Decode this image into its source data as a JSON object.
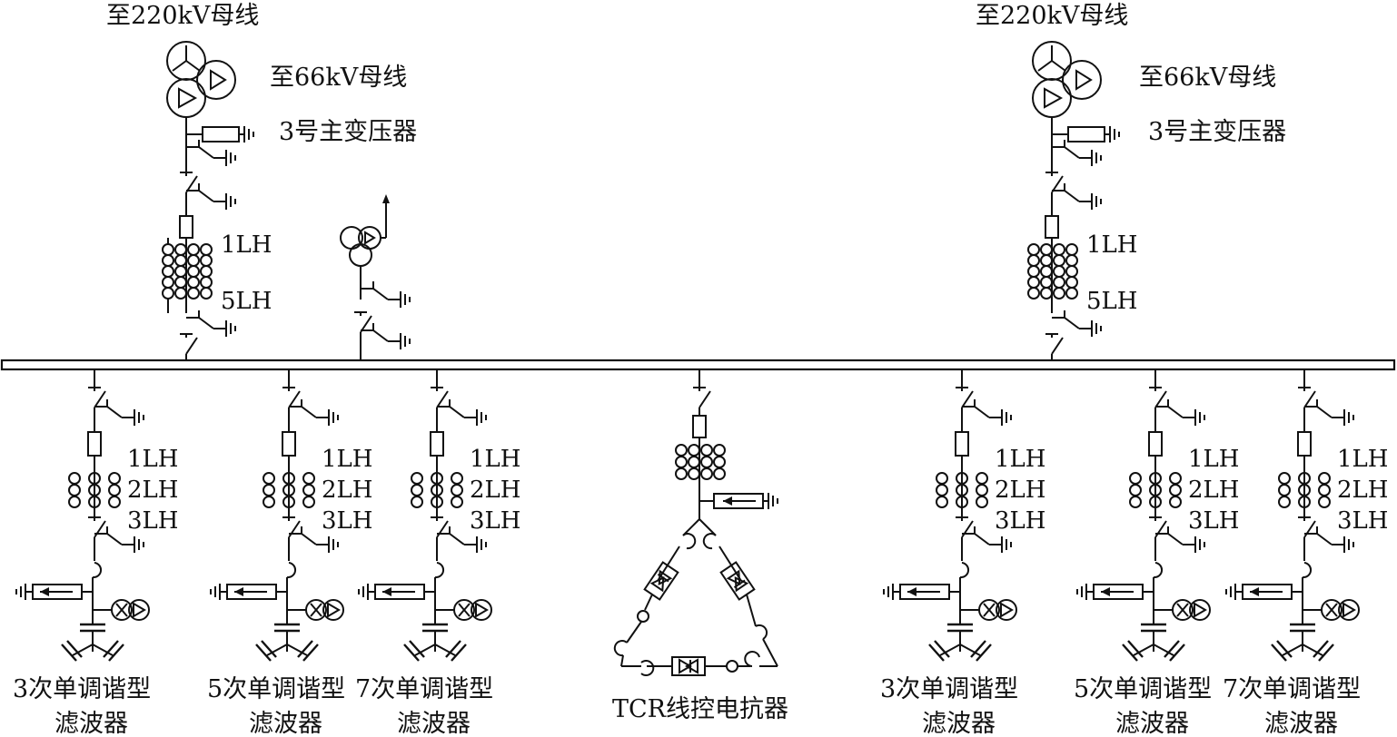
{
  "transformers": [
    {
      "hv_label": "至220kV母线",
      "mv_label": "至66kV母线",
      "name": "3号主变压器",
      "ct_top": "1LH",
      "ct_bottom": "5LH"
    },
    {
      "hv_label": "至220kV母线",
      "mv_label": "至66kV母线",
      "name": "3号主变压器",
      "ct_top": "1LH",
      "ct_bottom": "5LH"
    }
  ],
  "filters": [
    {
      "ct1": "1LH",
      "ct2": "2LH",
      "ct3": "3LH",
      "name_line1": "3次单调谐型",
      "name_line2": "滤波器"
    },
    {
      "ct1": "1LH",
      "ct2": "2LH",
      "ct3": "3LH",
      "name_line1": "5次单调谐型",
      "name_line2": "滤波器"
    },
    {
      "ct1": "1LH",
      "ct2": "2LH",
      "ct3": "3LH",
      "name_line1": "7次单调谐型",
      "name_line2": "滤波器"
    },
    {
      "ct1": "1LH",
      "ct2": "2LH",
      "ct3": "3LH",
      "name_line1": "3次单调谐型",
      "name_line2": "滤波器"
    },
    {
      "ct1": "1LH",
      "ct2": "2LH",
      "ct3": "3LH",
      "name_line1": "5次单调谐型",
      "name_line2": "滤波器"
    },
    {
      "ct1": "1LH",
      "ct2": "2LH",
      "ct3": "3LH",
      "name_line1": "7次单调谐型",
      "name_line2": "滤波器"
    }
  ],
  "tcr": {
    "name": "TCR线控电抗器"
  },
  "colors": {
    "line": "#111111",
    "background": "#ffffff"
  }
}
